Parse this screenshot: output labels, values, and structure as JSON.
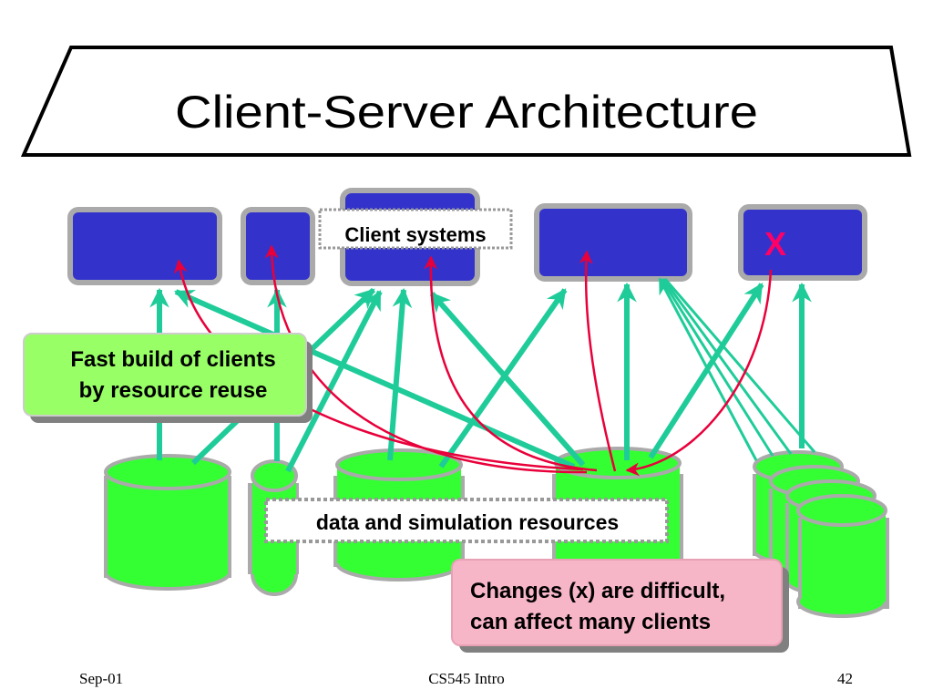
{
  "slide": {
    "title": "Client-Server Architecture",
    "client_label": "Client systems",
    "resources_label": "data and simulation resources",
    "callout_fast_build": {
      "line1": "Fast build of clients",
      "line2": "by resource reuse"
    },
    "callout_changes": {
      "line1": "Changes (x) are difficult,",
      "line2": "can affect many clients"
    },
    "changed_client_marker": "X",
    "footer": {
      "date": "Sep-01",
      "course": "CS545 Intro",
      "page_number": "42"
    }
  },
  "diagram": {
    "clients": [
      {
        "id": "client-1"
      },
      {
        "id": "client-2"
      },
      {
        "id": "client-3"
      },
      {
        "id": "client-4"
      },
      {
        "id": "client-5",
        "changed": true
      }
    ],
    "resources": [
      {
        "id": "resource-1",
        "kind": "database"
      },
      {
        "id": "resource-2",
        "kind": "narrow-database"
      },
      {
        "id": "resource-3",
        "kind": "database"
      },
      {
        "id": "resource-4",
        "kind": "database",
        "changed": true
      },
      {
        "id": "resource-5",
        "kind": "database-stack"
      }
    ],
    "colors": {
      "client_fill": "#3333cc",
      "client_border": "#aaaaaa",
      "resource_fill": "#33ff33",
      "resource_border": "#aaaaaa",
      "link_arrow": "#1fcc99",
      "change_arrow": "#e8003a",
      "change_marker": "#ff0066",
      "fast_build_callout": "#99ff66",
      "changes_callout": "#f7b5c8",
      "callout_shadow": "#808080"
    }
  }
}
